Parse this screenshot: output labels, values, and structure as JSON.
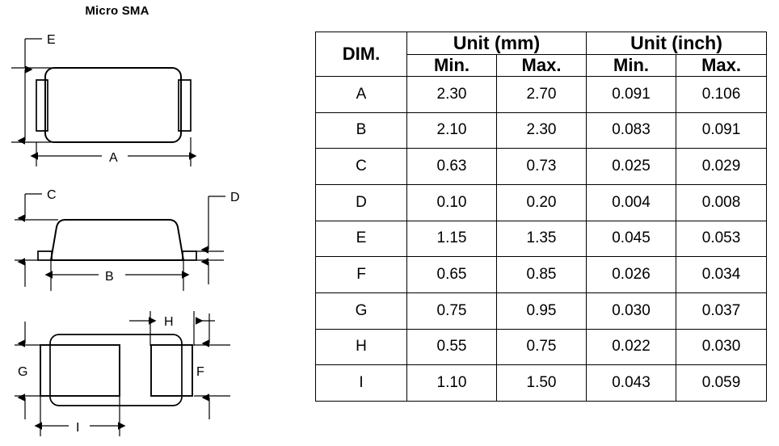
{
  "title": "Micro SMA",
  "drawings": {
    "top_view": {
      "name": "top-view",
      "dimension_labels": [
        "E",
        "A"
      ]
    },
    "side_view": {
      "name": "side-view",
      "dimension_labels": [
        "C",
        "D",
        "B"
      ]
    },
    "bottom_view": {
      "name": "bottom-view",
      "dimension_labels": [
        "H",
        "G",
        "F",
        "I"
      ]
    }
  },
  "table": {
    "corner_header": "DIM.",
    "unit_headers": [
      "Unit (mm)",
      "Unit (inch)"
    ],
    "sub_headers": [
      "Min.",
      "Max.",
      "Min.",
      "Max."
    ],
    "rows": [
      {
        "dim": "A",
        "mm_min": "2.30",
        "mm_max": "2.70",
        "in_min": "0.091",
        "in_max": "0.106"
      },
      {
        "dim": "B",
        "mm_min": "2.10",
        "mm_max": "2.30",
        "in_min": "0.083",
        "in_max": "0.091"
      },
      {
        "dim": "C",
        "mm_min": "0.63",
        "mm_max": "0.73",
        "in_min": "0.025",
        "in_max": "0.029"
      },
      {
        "dim": "D",
        "mm_min": "0.10",
        "mm_max": "0.20",
        "in_min": "0.004",
        "in_max": "0.008"
      },
      {
        "dim": "E",
        "mm_min": "1.15",
        "mm_max": "1.35",
        "in_min": "0.045",
        "in_max": "0.053"
      },
      {
        "dim": "F",
        "mm_min": "0.65",
        "mm_max": "0.85",
        "in_min": "0.026",
        "in_max": "0.034"
      },
      {
        "dim": "G",
        "mm_min": "0.75",
        "mm_max": "0.95",
        "in_min": "0.030",
        "in_max": "0.037"
      },
      {
        "dim": "H",
        "mm_min": "0.55",
        "mm_max": "0.75",
        "in_min": "0.022",
        "in_max": "0.030"
      },
      {
        "dim": "I",
        "mm_min": "1.10",
        "mm_max": "1.50",
        "in_min": "0.043",
        "in_max": "0.059"
      }
    ]
  },
  "colors": {
    "line": "#000000",
    "background": "#ffffff"
  }
}
